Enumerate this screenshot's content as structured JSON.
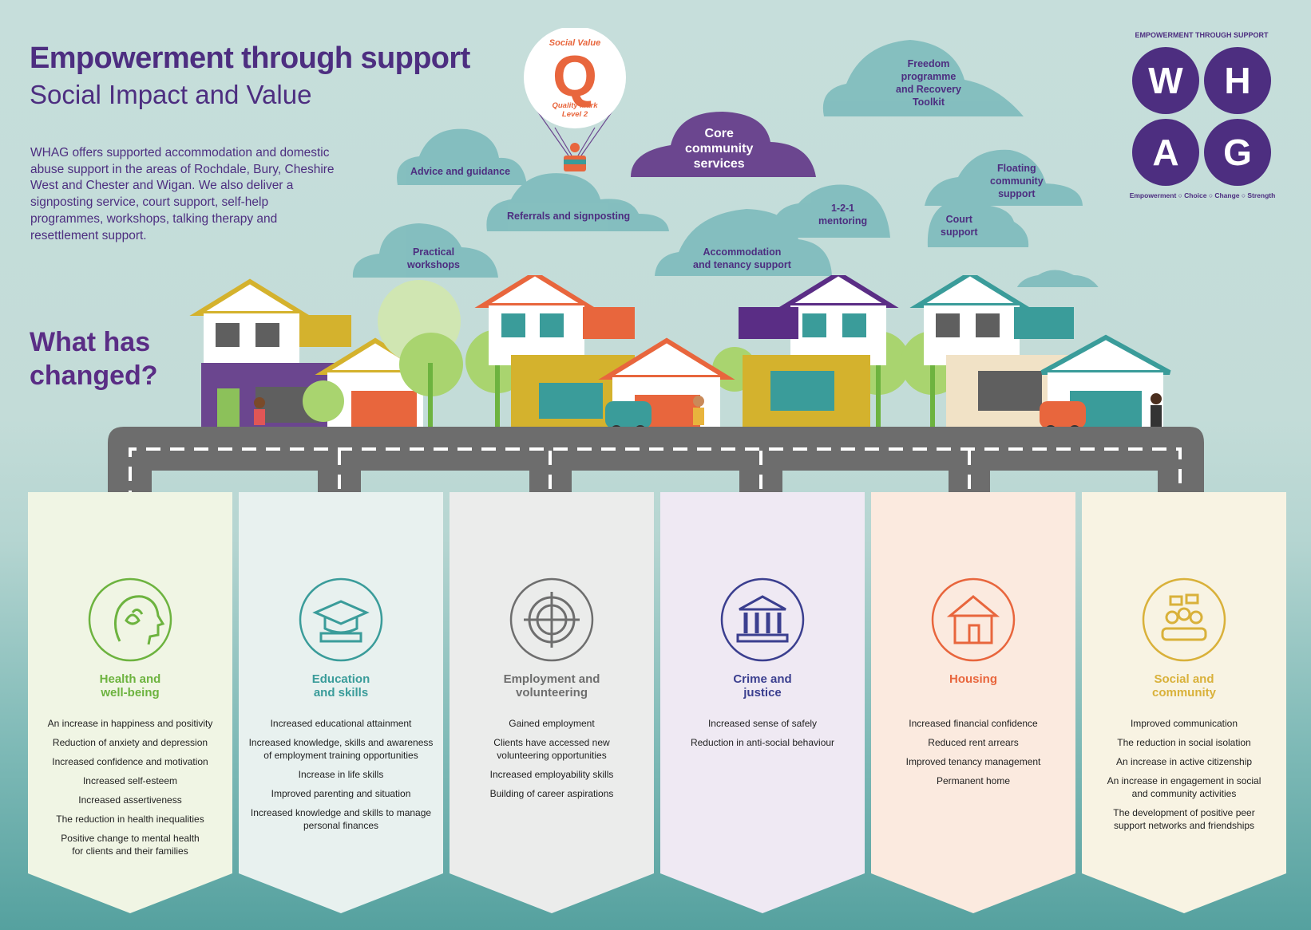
{
  "header": {
    "title": "Empowerment through support",
    "subtitle": "Social Impact and Value",
    "intro": "WHAG offers supported accommodation and domestic abuse support in the areas of Rochdale, Bury, Cheshire West and Chester and Wigan. We also deliver a signposting service, court support, self-help programmes, workshops, talking therapy and resettlement support."
  },
  "badge": {
    "top": "Social Value",
    "letter": "Q",
    "bottom_line1": "Quality Mark",
    "bottom_line2": "Level 2"
  },
  "services": {
    "advice": "Advice and guidance",
    "referrals": "Referrals and signposting",
    "practical": "Practical\nworkshops",
    "core": "Core\ncommunity\nservices",
    "freedom": "Freedom\nprogramme\nand Recovery\nToolkit",
    "mentoring": "1-2-1\nmentoring",
    "floating": "Floating\ncommunity\nsupport",
    "court": "Court\nsupport",
    "accommodation": "Accommodation\nand tenancy support"
  },
  "logo": {
    "top_text": "EMPOWERMENT THROUGH SUPPORT",
    "letters": [
      "W",
      "H",
      "A",
      "G"
    ],
    "tagline": "Empowerment ○ Choice ○ Change ○ Strength"
  },
  "question": "What has changed?",
  "colors": {
    "purple": "#4d2e80",
    "health": "#6db33f",
    "education": "#3a9c9a",
    "employment": "#6e6e6e",
    "justice": "#3b3f8f",
    "housing": "#e8663d",
    "social": "#d9b13a"
  },
  "outcomes": [
    {
      "title": "Health and\nwell-being",
      "icon": "head-lotus-icon",
      "items": [
        "An increase in happiness and positivity",
        "Reduction of anxiety and depression",
        "Increased confidence and motivation",
        "Increased self-esteem",
        "Increased assertiveness",
        "The reduction in health inequalities",
        "Positive change to mental health\nfor clients and their families"
      ]
    },
    {
      "title": "Education\nand skills",
      "icon": "graduation-cap-icon",
      "items": [
        "Increased educational attainment",
        "Increased knowledge, skills and awareness\nof employment training opportunities",
        "Increase in life skills",
        "Improved parenting and situation",
        "Increased knowledge and skills to manage\npersonal finances"
      ]
    },
    {
      "title": "Employment and\nvolunteering",
      "icon": "target-icon",
      "items": [
        "Gained employment",
        "Clients have accessed new\nvolunteering opportunities",
        "Increased employability skills",
        "Building of career aspirations"
      ]
    },
    {
      "title": "Crime and\njustice",
      "icon": "courthouse-icon",
      "items": [
        "Increased sense of safely",
        "Reduction in anti-social behaviour"
      ]
    },
    {
      "title": "Housing",
      "icon": "house-icon",
      "items": [
        "Increased financial confidence",
        "Reduced rent arrears",
        "Improved tenancy management",
        "Permanent home"
      ]
    },
    {
      "title": "Social and\ncommunity",
      "icon": "community-group-icon",
      "items": [
        "Improved communication",
        "The reduction in social isolation",
        "An increase in active citizenship",
        "An increase in engagement in social\nand community activities",
        "The development of positive peer\nsupport networks and friendships"
      ]
    }
  ]
}
